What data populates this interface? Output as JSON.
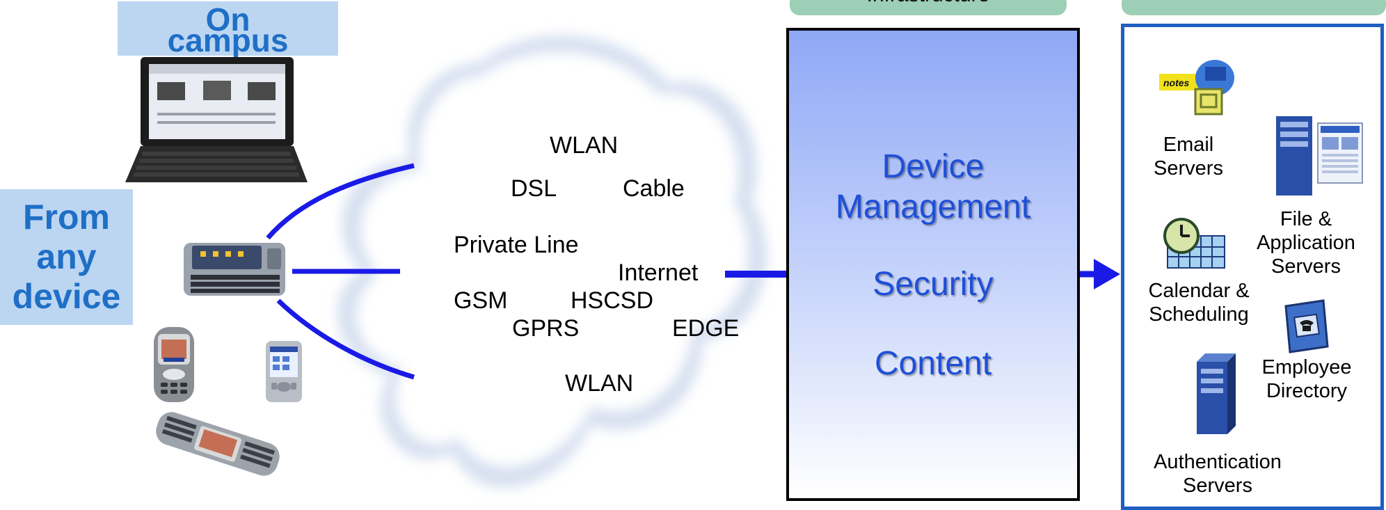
{
  "left": {
    "campus_line1": "On",
    "campus_line2": "campus",
    "device_line1": "From",
    "device_line2": "any",
    "device_line3": "device"
  },
  "cloud": {
    "wlan_top": "WLAN",
    "dsl": "DSL",
    "cable": "Cable",
    "private_line": "Private Line",
    "internet": "Internet",
    "gsm": "GSM",
    "hscsd": "HSCSD",
    "gprs": "GPRS",
    "edge": "EDGE",
    "wlan_bottom": "WLAN"
  },
  "infrastructure": {
    "header": "Infrastructure",
    "device_management_line1": "Device",
    "device_management_line2": "Management",
    "security": "Security",
    "content": "Content"
  },
  "resources": {
    "email_line1": "Email",
    "email_line2": "Servers",
    "file_line1": "File &",
    "file_line2": "Application",
    "file_line3": "Servers",
    "calendar_line1": "Calendar &",
    "calendar_line2": "Scheduling",
    "employee_line1": "Employee",
    "employee_line2": "Directory",
    "auth_line1": "Authentication",
    "auth_line2": "Servers"
  },
  "icons": {
    "laptop": "laptop-icon",
    "communicator": "communicator-icon",
    "phone": "mobile-phone-icon",
    "pda": "pda-icon",
    "flip_phone": "qwerty-phone-icon",
    "notes": "notes-mail-icon",
    "server": "server-icon",
    "calendar": "calendar-clock-icon",
    "directory": "phone-directory-icon"
  },
  "colors": {
    "label_blue": "#1f6fc6",
    "label_bg": "#bcd6f2",
    "connector_blue": "#1a1ae6",
    "infra_text": "#1e4fd8",
    "tab_green": "#9ccfb5",
    "resources_border": "#1f5fbf"
  }
}
